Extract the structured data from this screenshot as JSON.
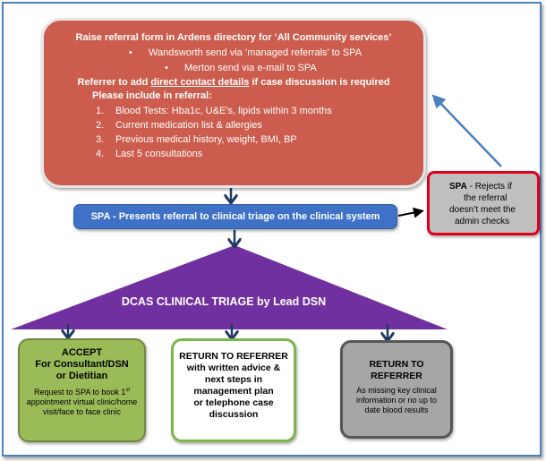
{
  "raise_box": {
    "title": "Raise referral form in Ardens directory for ‘All Community services’",
    "bullets": [
      "Wandsworth send via ‘managed referrals’ to SPA",
      "Merton send via e-mail to SPA"
    ],
    "contact_pre": "Referrer to add ",
    "contact_link": "direct contact details",
    "contact_post": " if case discussion is required",
    "include_label": "Please include in referral:",
    "items": [
      {
        "num": "1.",
        "text": "Blood Tests: Hba1c, U&E’s, lipids within 3 months"
      },
      {
        "num": "2.",
        "text": "Current medication list & allergies"
      },
      {
        "num": "3.",
        "text": "Previous medical history, weight, BMI, BP"
      },
      {
        "num": "4.",
        "text": "Last 5 consultations"
      }
    ]
  },
  "spa_bar": {
    "text": "SPA - Presents referral to clinical triage on the clinical system"
  },
  "spa_reject": {
    "bold": "SPA",
    "line1": " - Rejects if",
    "line2": "the referral",
    "line3": "doesn’t meet the",
    "line4": "admin checks"
  },
  "triage": {
    "label": "DCAS CLINICAL TRIAGE by Lead DSN"
  },
  "accept_box": {
    "title1": "ACCEPT",
    "title2": "For Consultant/DSN",
    "title3": "or Dietitian",
    "desc_pre": "Request to SPA to book 1",
    "desc_sup": "st",
    "desc_post": " appointment virtual clinic/home visit/face to face clinic"
  },
  "return_advice": {
    "lines": [
      "RETURN TO REFERRER",
      "with written advice &",
      "next steps in",
      "management plan",
      "or telephone case",
      "discussion"
    ]
  },
  "return_missing": {
    "title1": "RETURN TO",
    "title2": "REFERRER",
    "desc": "As missing key clinical information or no up to date blood results"
  },
  "colors": {
    "raise": "#cc5c4d",
    "spa": "#3f72c6",
    "triage": "#7030a0",
    "accept": "#9bbb59",
    "advice_border": "#7ab648",
    "missing": "#a6a6a6",
    "reject_border": "#e0001b",
    "arrow": "#1f3864"
  }
}
